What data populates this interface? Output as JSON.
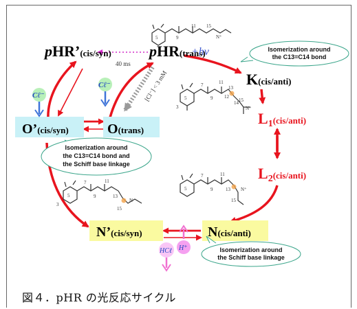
{
  "states": {
    "phr_prime": {
      "prefix": "p",
      "main": "HR’",
      "sub": "(cis/syn)"
    },
    "phr": {
      "prefix": "p",
      "main": "HR",
      "sub": "(trans)"
    },
    "k": {
      "main": "K",
      "sub": "(cis/anti)"
    },
    "l1": {
      "main": "L",
      "num": "1",
      "sub": "(cis/anti)"
    },
    "l2": {
      "main": "L",
      "num": "2",
      "sub": "(cis/anti)"
    },
    "o_prime": {
      "main": "O’",
      "sub": "(cis/syn)"
    },
    "o": {
      "main": "O",
      "sub": "(trans)"
    },
    "n_prime": {
      "main": "N’",
      "sub": "(cis/syn)"
    },
    "n": {
      "main": "N",
      "sub": "(cis/anti)"
    }
  },
  "labels": {
    "hv": "+hν",
    "time": "40 ms",
    "chloride_conc": "[Cl⁻] < 3 mM",
    "cl_left": "Cℓ⁻",
    "cl_mid": "Cℓ⁻",
    "hcl": "HCℓ",
    "h_plus": "H⁺"
  },
  "notes": {
    "top_right": [
      "Isomerization around",
      "the C13=C14 bond"
    ],
    "middle": [
      "Isomerization around",
      "the C13=C14 bond and",
      "the Schiff base linkage"
    ],
    "bottom": [
      "Isomerization around",
      "the Schiff base linkage"
    ]
  },
  "molecule_labels": {
    "top": [
      "5",
      "9",
      "11",
      "15",
      "N⁺"
    ],
    "mid": [
      "3",
      "5",
      "7",
      "9",
      "11",
      "12",
      "13",
      "14",
      "15",
      "N⁺"
    ],
    "left": [
      "3",
      "5",
      "7",
      "9",
      "11",
      "13",
      "15",
      "N"
    ],
    "right": [
      "5",
      "7",
      "9",
      "11",
      "13",
      "15",
      "N⁺"
    ]
  },
  "colors": {
    "arrow_red": "#e8141e",
    "state_red": "#e8141e",
    "box_cyan": "#c9f1f7",
    "box_yellow": "#fafaa0",
    "note_border": "#3aa58a",
    "dotted_magenta": "#d22ac8",
    "gray_arrow": "#9a9a9a",
    "blue_arrow": "#3e74d8",
    "pink_arrow": "#f06fd0",
    "green_bubble": "#b8f0b8",
    "pink_bubble": "#f5a0f0"
  },
  "caption": "図４．pHR の光反応サイクル"
}
